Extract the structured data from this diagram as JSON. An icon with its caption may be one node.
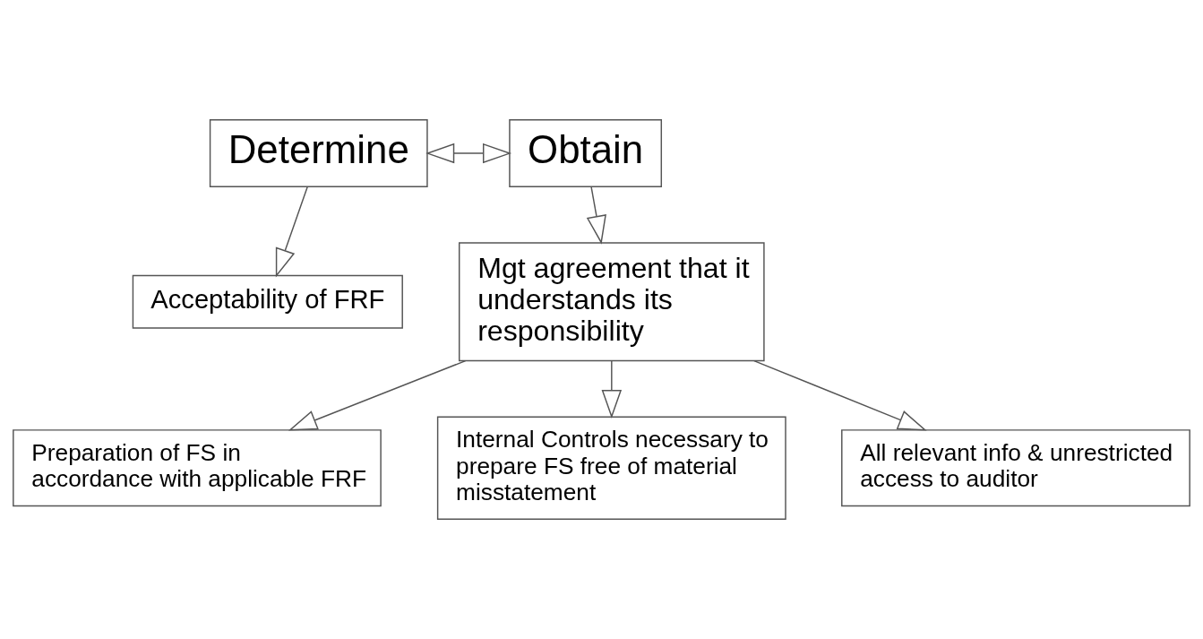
{
  "diagram": {
    "nodes": [
      {
        "text": [
          "Determine"
        ]
      },
      {
        "text": [
          "Obtain"
        ]
      },
      {
        "text": [
          "Acceptability of FRF"
        ]
      },
      {
        "text": [
          "Mgt agreement that it understands its responsibility"
        ]
      },
      {
        "text": [
          "Preparation of FS in accordance with applicable FRF"
        ]
      },
      {
        "text": [
          "Internal Controls necessary to prepare FS free of material misstatement"
        ]
      },
      {
        "text": [
          "All relevant info & unrestricted access to auditor"
        ]
      }
    ],
    "edges": [
      {
        "from": 0,
        "to": 1,
        "arrow": "both"
      },
      {
        "from": 0,
        "to": 2,
        "arrow": "to"
      },
      {
        "from": 1,
        "to": 3,
        "arrow": "to"
      },
      {
        "from": 3,
        "to": 4,
        "arrow": "to"
      },
      {
        "from": 3,
        "to": 6,
        "arrow": "to"
      },
      {
        "from": 3,
        "to": 5,
        "arrow": "to"
      }
    ]
  }
}
